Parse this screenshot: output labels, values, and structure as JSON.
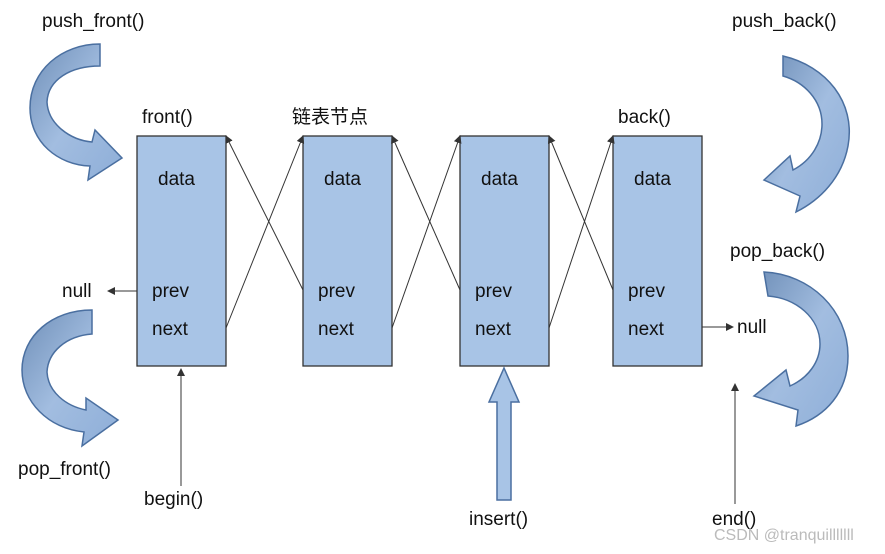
{
  "labels": {
    "push_front": "push_front()",
    "push_back": "push_back()",
    "front": "front()",
    "node_title": "链表节点",
    "back": "back()",
    "pop_back": "pop_back()",
    "null_left": "null",
    "null_right": "null",
    "pop_front": "pop_front()",
    "begin": "begin()",
    "insert": "insert()",
    "end": "end()"
  },
  "nodes": [
    {
      "data": "data",
      "prev": "prev",
      "next": "next"
    },
    {
      "data": "data",
      "prev": "prev",
      "next": "next"
    },
    {
      "data": "data",
      "prev": "prev",
      "next": "next"
    },
    {
      "data": "data",
      "prev": "prev",
      "next": "next"
    }
  ],
  "watermark": "CSDN @tranquilllllll",
  "colors": {
    "node_fill": "#a8c4e6",
    "node_border": "#333333",
    "curved_arrow_fill": "#a2bde0",
    "curved_arrow_stroke": "#4a6fa0",
    "insert_arrow_fill": "#a8c4e6",
    "insert_arrow_stroke": "#4a6fa0"
  },
  "icons": {
    "curved_arrows": "curved-arrow-icon",
    "link_arrows": "arrow-icon"
  }
}
